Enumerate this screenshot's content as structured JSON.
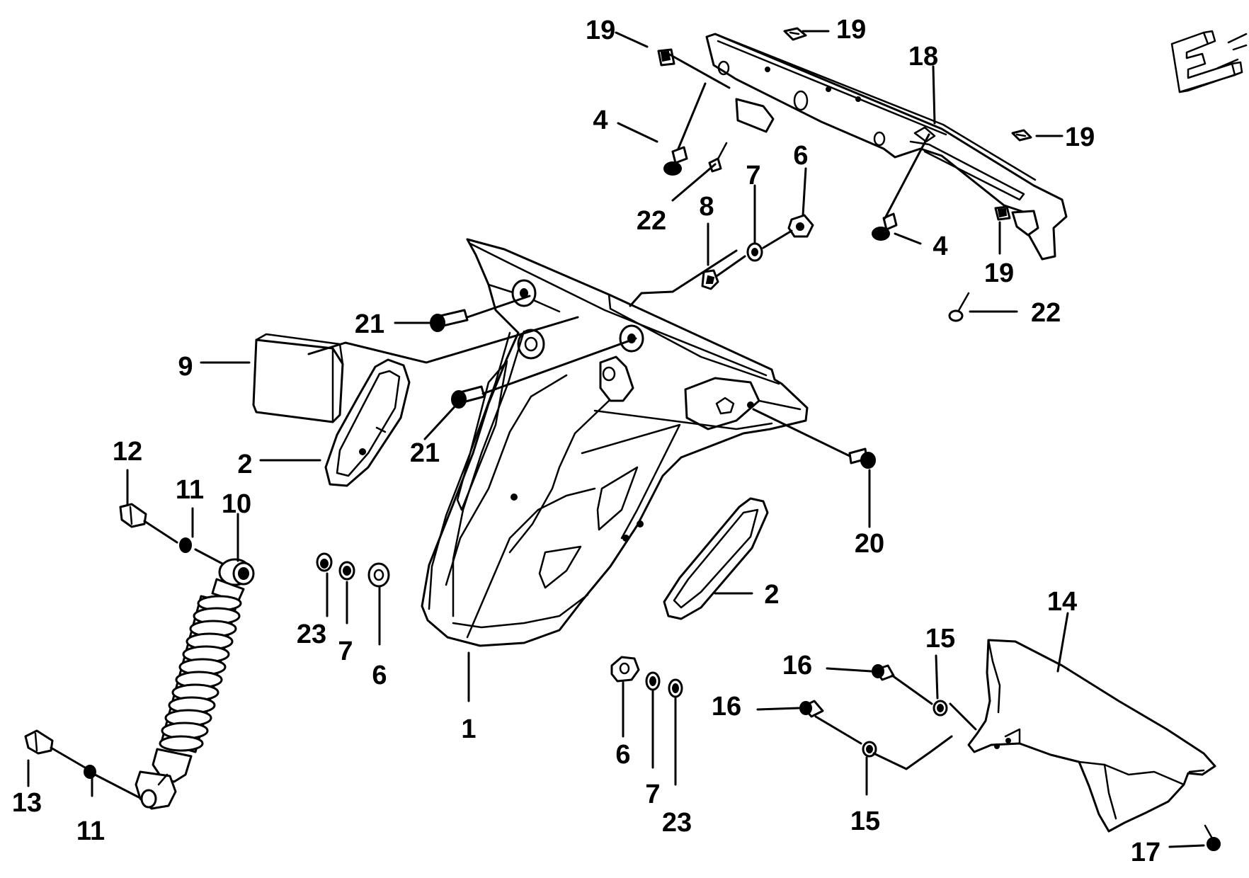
{
  "colors": {
    "line": "#000000",
    "background": "#ffffff"
  },
  "callouts": [
    {
      "id": "c-19a",
      "label": "19"
    },
    {
      "id": "c-19b",
      "label": "19"
    },
    {
      "id": "c-18",
      "label": "18"
    },
    {
      "id": "c-4a",
      "label": "4"
    },
    {
      "id": "c-22a",
      "label": "22"
    },
    {
      "id": "c-7a",
      "label": "7"
    },
    {
      "id": "c-6a",
      "label": "6"
    },
    {
      "id": "c-8",
      "label": "8"
    },
    {
      "id": "c-19c",
      "label": "19"
    },
    {
      "id": "c-4b",
      "label": "4"
    },
    {
      "id": "c-19d",
      "label": "19"
    },
    {
      "id": "c-22b",
      "label": "22"
    },
    {
      "id": "c-21a",
      "label": "21"
    },
    {
      "id": "c-9",
      "label": "9"
    },
    {
      "id": "c-21b",
      "label": "21"
    },
    {
      "id": "c-12",
      "label": "12"
    },
    {
      "id": "c-2a",
      "label": "2"
    },
    {
      "id": "c-11a",
      "label": "11"
    },
    {
      "id": "c-10",
      "label": "10"
    },
    {
      "id": "c-20",
      "label": "20"
    },
    {
      "id": "c-2b",
      "label": "2"
    },
    {
      "id": "c-23a",
      "label": "23"
    },
    {
      "id": "c-7b",
      "label": "7"
    },
    {
      "id": "c-6b",
      "label": "6"
    },
    {
      "id": "c-14",
      "label": "14"
    },
    {
      "id": "c-15a",
      "label": "15"
    },
    {
      "id": "c-16a",
      "label": "16"
    },
    {
      "id": "c-1",
      "label": "1"
    },
    {
      "id": "c-16b",
      "label": "16"
    },
    {
      "id": "c-6c",
      "label": "6"
    },
    {
      "id": "c-7c",
      "label": "7"
    },
    {
      "id": "c-23b",
      "label": "23"
    },
    {
      "id": "c-13",
      "label": "13"
    },
    {
      "id": "c-11b",
      "label": "11"
    },
    {
      "id": "c-15b",
      "label": "15"
    },
    {
      "id": "c-17",
      "label": "17"
    }
  ]
}
